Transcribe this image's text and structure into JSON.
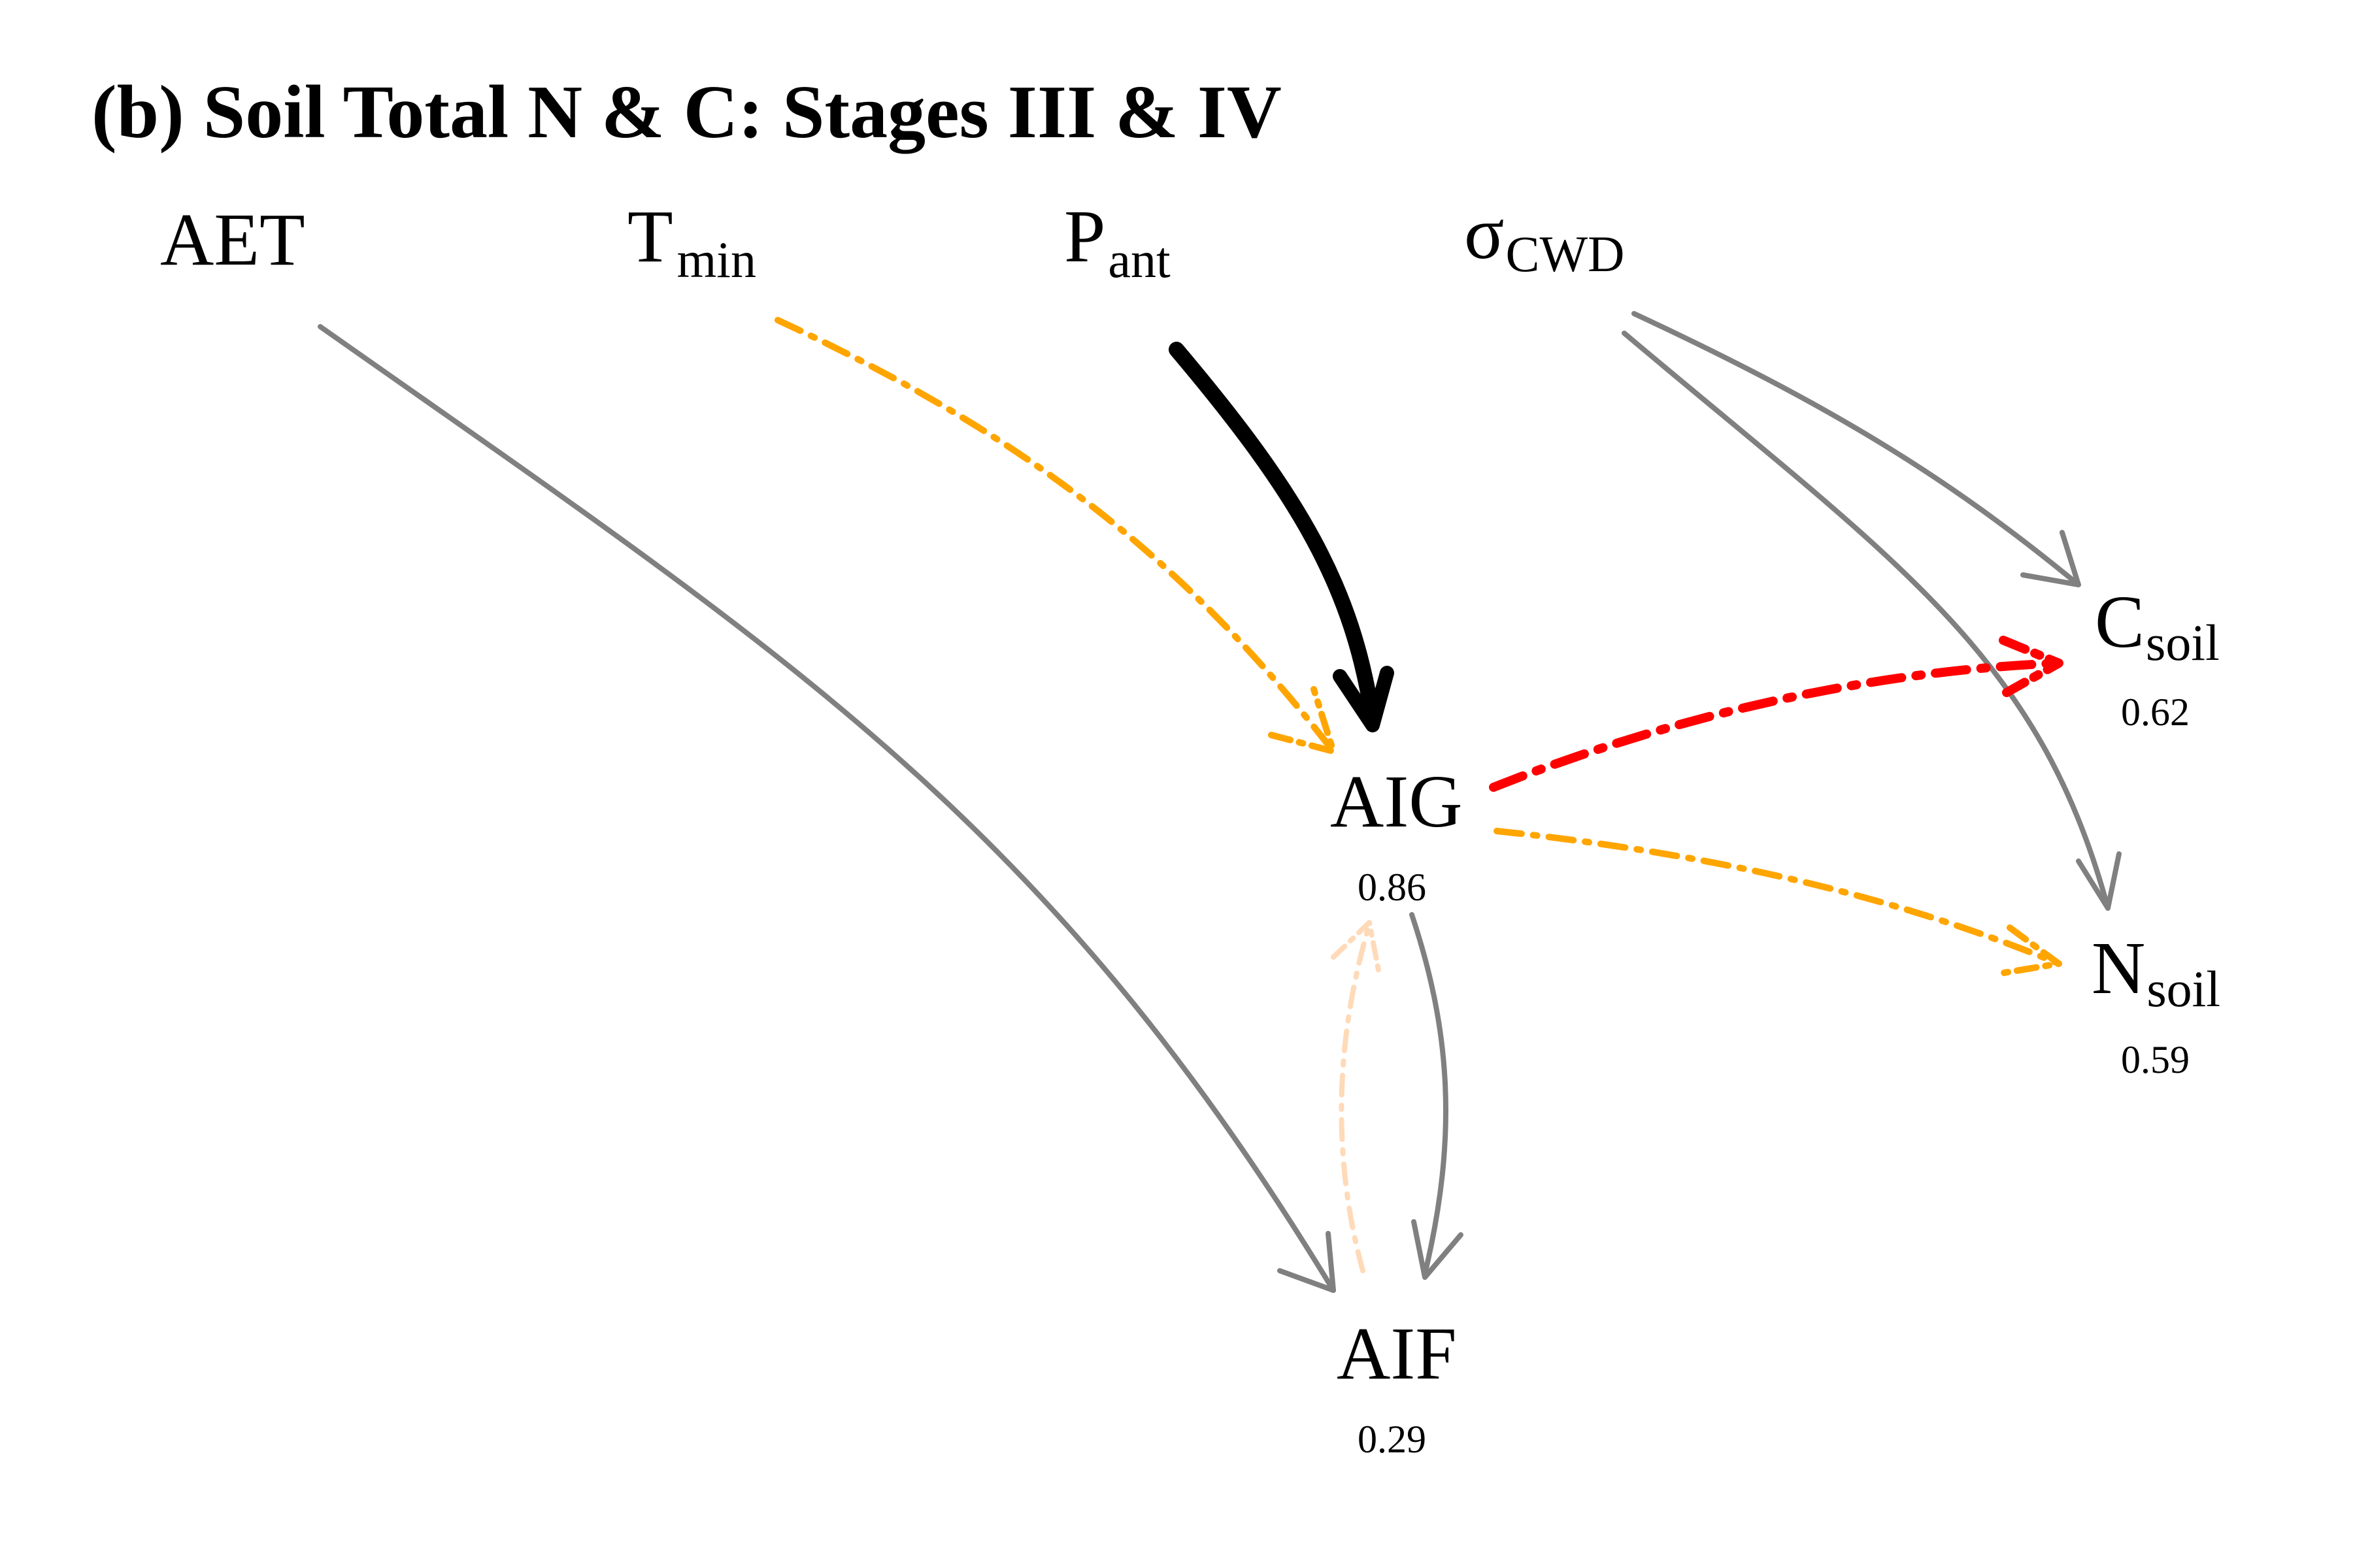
{
  "title": "(b) Soil Total N & C: Stages III & IV",
  "nodes": {
    "aet": {
      "label": "AET"
    },
    "tmin": {
      "label": "T",
      "sub": "min"
    },
    "pant": {
      "label": "P",
      "sub": "ant"
    },
    "sigma": {
      "label": "σ",
      "sub": "CWD"
    },
    "aig": {
      "label": "AIG",
      "r2": "0.86"
    },
    "aif": {
      "label": "AIF",
      "r2": "0.29"
    },
    "csoil": {
      "label": "C",
      "sub": "soil",
      "r2": "0.62"
    },
    "nsoil": {
      "label": "N",
      "sub": "soil",
      "r2": "0.59"
    }
  },
  "edges": [
    {
      "from": "AET",
      "to": "AIF",
      "sign": "positive",
      "color": "#808080",
      "style": "solid",
      "strength": "weak"
    },
    {
      "from": "Tmin",
      "to": "AIG",
      "sign": "negative",
      "color": "#FFA500",
      "style": "dash-dot",
      "strength": "medium"
    },
    {
      "from": "Pant",
      "to": "AIG",
      "sign": "positive",
      "color": "#000000",
      "style": "solid",
      "strength": "strong"
    },
    {
      "from": "σCWD",
      "to": "Csoil",
      "sign": "positive",
      "color": "#808080",
      "style": "solid",
      "strength": "weak"
    },
    {
      "from": "σCWD",
      "to": "Nsoil",
      "sign": "positive",
      "color": "#808080",
      "style": "solid",
      "strength": "weak"
    },
    {
      "from": "AIG",
      "to": "Csoil",
      "sign": "negative",
      "color": "#FF0000",
      "style": "dash-dot",
      "strength": "strong"
    },
    {
      "from": "AIG",
      "to": "Nsoil",
      "sign": "negative",
      "color": "#FFA500",
      "style": "dash-dot",
      "strength": "medium"
    },
    {
      "from": "AIG",
      "to": "AIF",
      "sign": "positive",
      "color": "#808080",
      "style": "solid",
      "strength": "weak"
    },
    {
      "from": "AIF",
      "to": "AIG",
      "sign": "negative",
      "color": "#FFDAB9",
      "style": "dash-dot",
      "strength": "weak"
    }
  ]
}
